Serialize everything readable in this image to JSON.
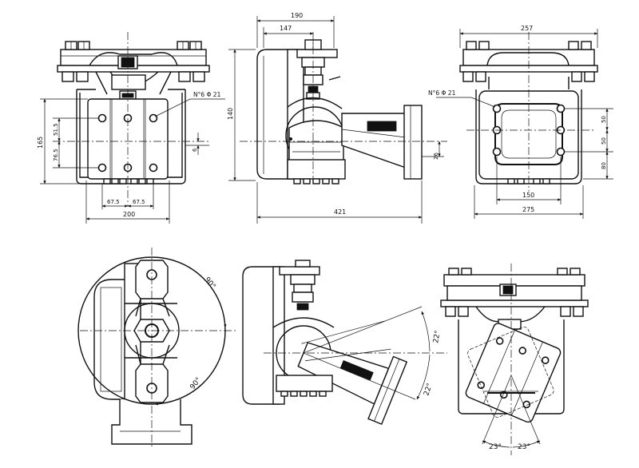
{
  "colors": {
    "ink": "#111111",
    "paper": "#ffffff"
  },
  "views": {
    "front": {
      "dims": {
        "total_width": "200",
        "bolt_pitch_left": "67.5",
        "bolt_pitch_right": "67.5",
        "total_height": "165",
        "height_a": "51.5",
        "height_b": "76.5",
        "offset": "6",
        "holes": "N°6 Φ 21"
      }
    },
    "side": {
      "dims": {
        "top_outer": "190",
        "top_inner": "147",
        "height": "140",
        "length": "421",
        "flange": "26"
      }
    },
    "plan": {
      "dims": {
        "top_width": "257",
        "bottom_width": "275",
        "hole_spacing": "150",
        "vertical_a": "50",
        "vertical_b": "50",
        "vertical_c": "80",
        "holes": "N°6 Φ 21"
      }
    },
    "rotation_top": {
      "angles": {
        "upper": "90°",
        "lower": "90°"
      }
    },
    "tilt_side": {
      "angles": {
        "upper": "22°",
        "lower": "22°"
      }
    },
    "tilt_front": {
      "angles": {
        "left": "23°",
        "right": "23°"
      }
    }
  }
}
